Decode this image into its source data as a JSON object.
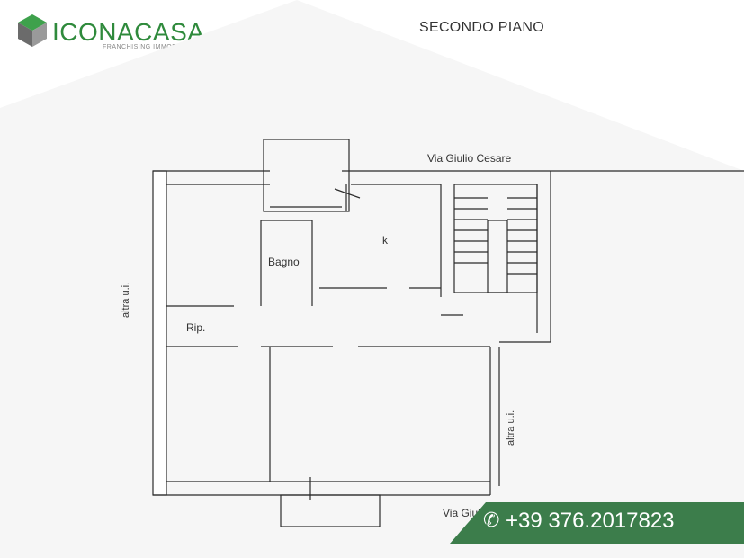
{
  "brand": {
    "name": "ICONACASA",
    "tagline": "FRANCHISING IMMOBILIARE",
    "color": "#2f8a3c"
  },
  "plan": {
    "title": "SECONDO PIANO",
    "street_top": "Via Giulio Cesare",
    "street_bottom": "Via Giulio Cesare",
    "rooms": {
      "bagno": "Bagno",
      "kitchen": "k",
      "storage": "Rip."
    },
    "neighbor_left": "altra u.i.",
    "neighbor_right": "altra u.i."
  },
  "contact": {
    "phone": "+39 376.2017823",
    "phone_icon": "phone-icon",
    "banner_color": "#3c7d4b"
  }
}
